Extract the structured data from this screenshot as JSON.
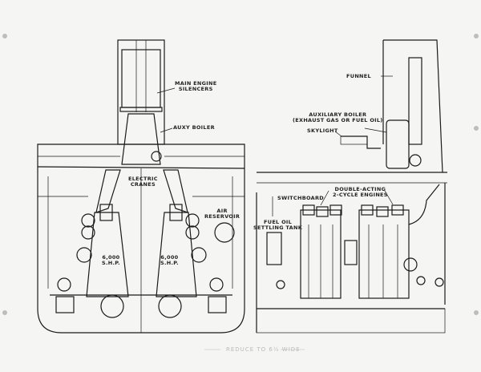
{
  "drawing": {
    "labels": {
      "main_engine_silencers": "MAIN ENGINE\nSILENCERS",
      "auxy_boiler": "AUXY BOILER",
      "electric_cranes": "ELECTRIC\nCRANES",
      "air_reservoir": "AIR\nRESERVOIR",
      "shp_left": "6,000\nS.H.P.",
      "shp_right": "6,000\nS.H.P.",
      "funnel": "FUNNEL",
      "auxiliary_boiler": "AUXILIARY BOILER\n(EXHAUST GAS OR FUEL OIL)",
      "skylight": "SKYLIGHT",
      "switchboard": "SWITCHBOARD",
      "double_acting": "DOUBLE-ACTING\n2-CYCLE ENGINES",
      "fuel_oil_tank": "FUEL OIL\nSETTLING TANK"
    },
    "pencil_note": "REDUCE TO 6½ WIDE"
  }
}
